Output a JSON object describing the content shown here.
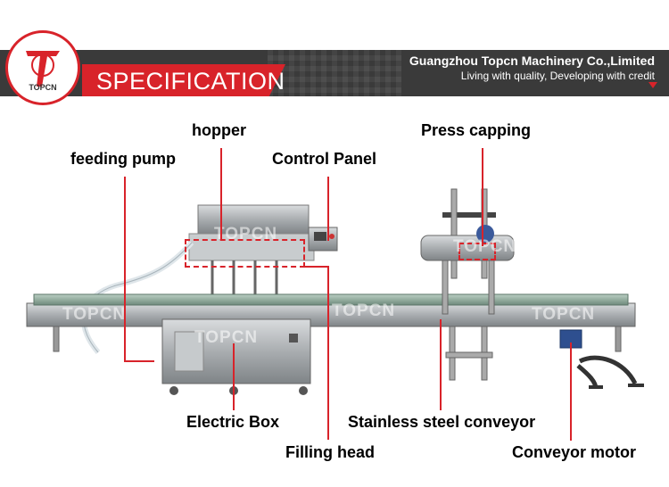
{
  "header": {
    "section_title": "SPECIFICATION",
    "company_name": "Guangzhou Topcn Machinery Co.,Limited",
    "slogan": "Living with quality, Developing with credit",
    "logo_text": "TOPCN"
  },
  "labels": {
    "hopper": "hopper",
    "feeding_pump": "feeding pump",
    "control_panel": "Control Panel",
    "press_capping": "Press capping",
    "electric_box": "Electric Box",
    "filling_head": "Filling head",
    "stainless_conveyor": "Stainless steel conveyor",
    "conveyor_motor": "Conveyor motor"
  },
  "watermark": "TOPCN",
  "colors": {
    "accent": "#d8232a",
    "header_bg": "#3a3a3a",
    "steel": "#b8bcbf"
  }
}
